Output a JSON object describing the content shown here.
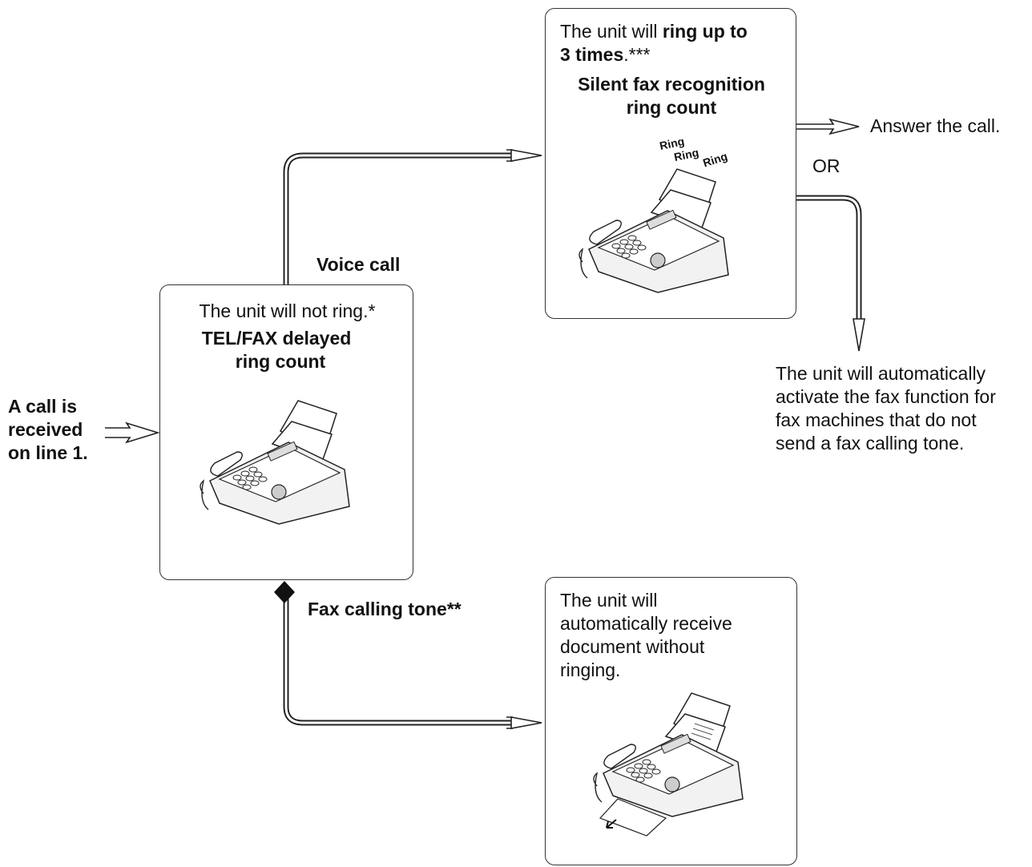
{
  "start": {
    "line1": "A call is",
    "line2": "received",
    "line3": "on line 1."
  },
  "center_box": {
    "line1": "The unit will not ring.*",
    "title_line1": "TEL/FAX delayed",
    "title_line2": "ring count"
  },
  "voice_label": "Voice call",
  "fax_tone_label": "Fax calling tone**",
  "top_box": {
    "line1_plain": "The unit will ",
    "line1_bold": "ring up to",
    "line2_bold": "3 times",
    "line2_plain": ".***",
    "title_line1": "Silent fax recognition",
    "title_line2": "ring count",
    "ring_words": [
      "Ring",
      "Ring",
      "Ring"
    ]
  },
  "answer_label": "Answer the call.",
  "or_label": "OR",
  "auto_text": [
    "The unit will automatically",
    "activate the fax function for",
    "fax machines that do not",
    "send a fax calling tone."
  ],
  "bottom_box": {
    "lines": [
      "The unit will",
      "automatically receive",
      "document without",
      "ringing."
    ]
  }
}
